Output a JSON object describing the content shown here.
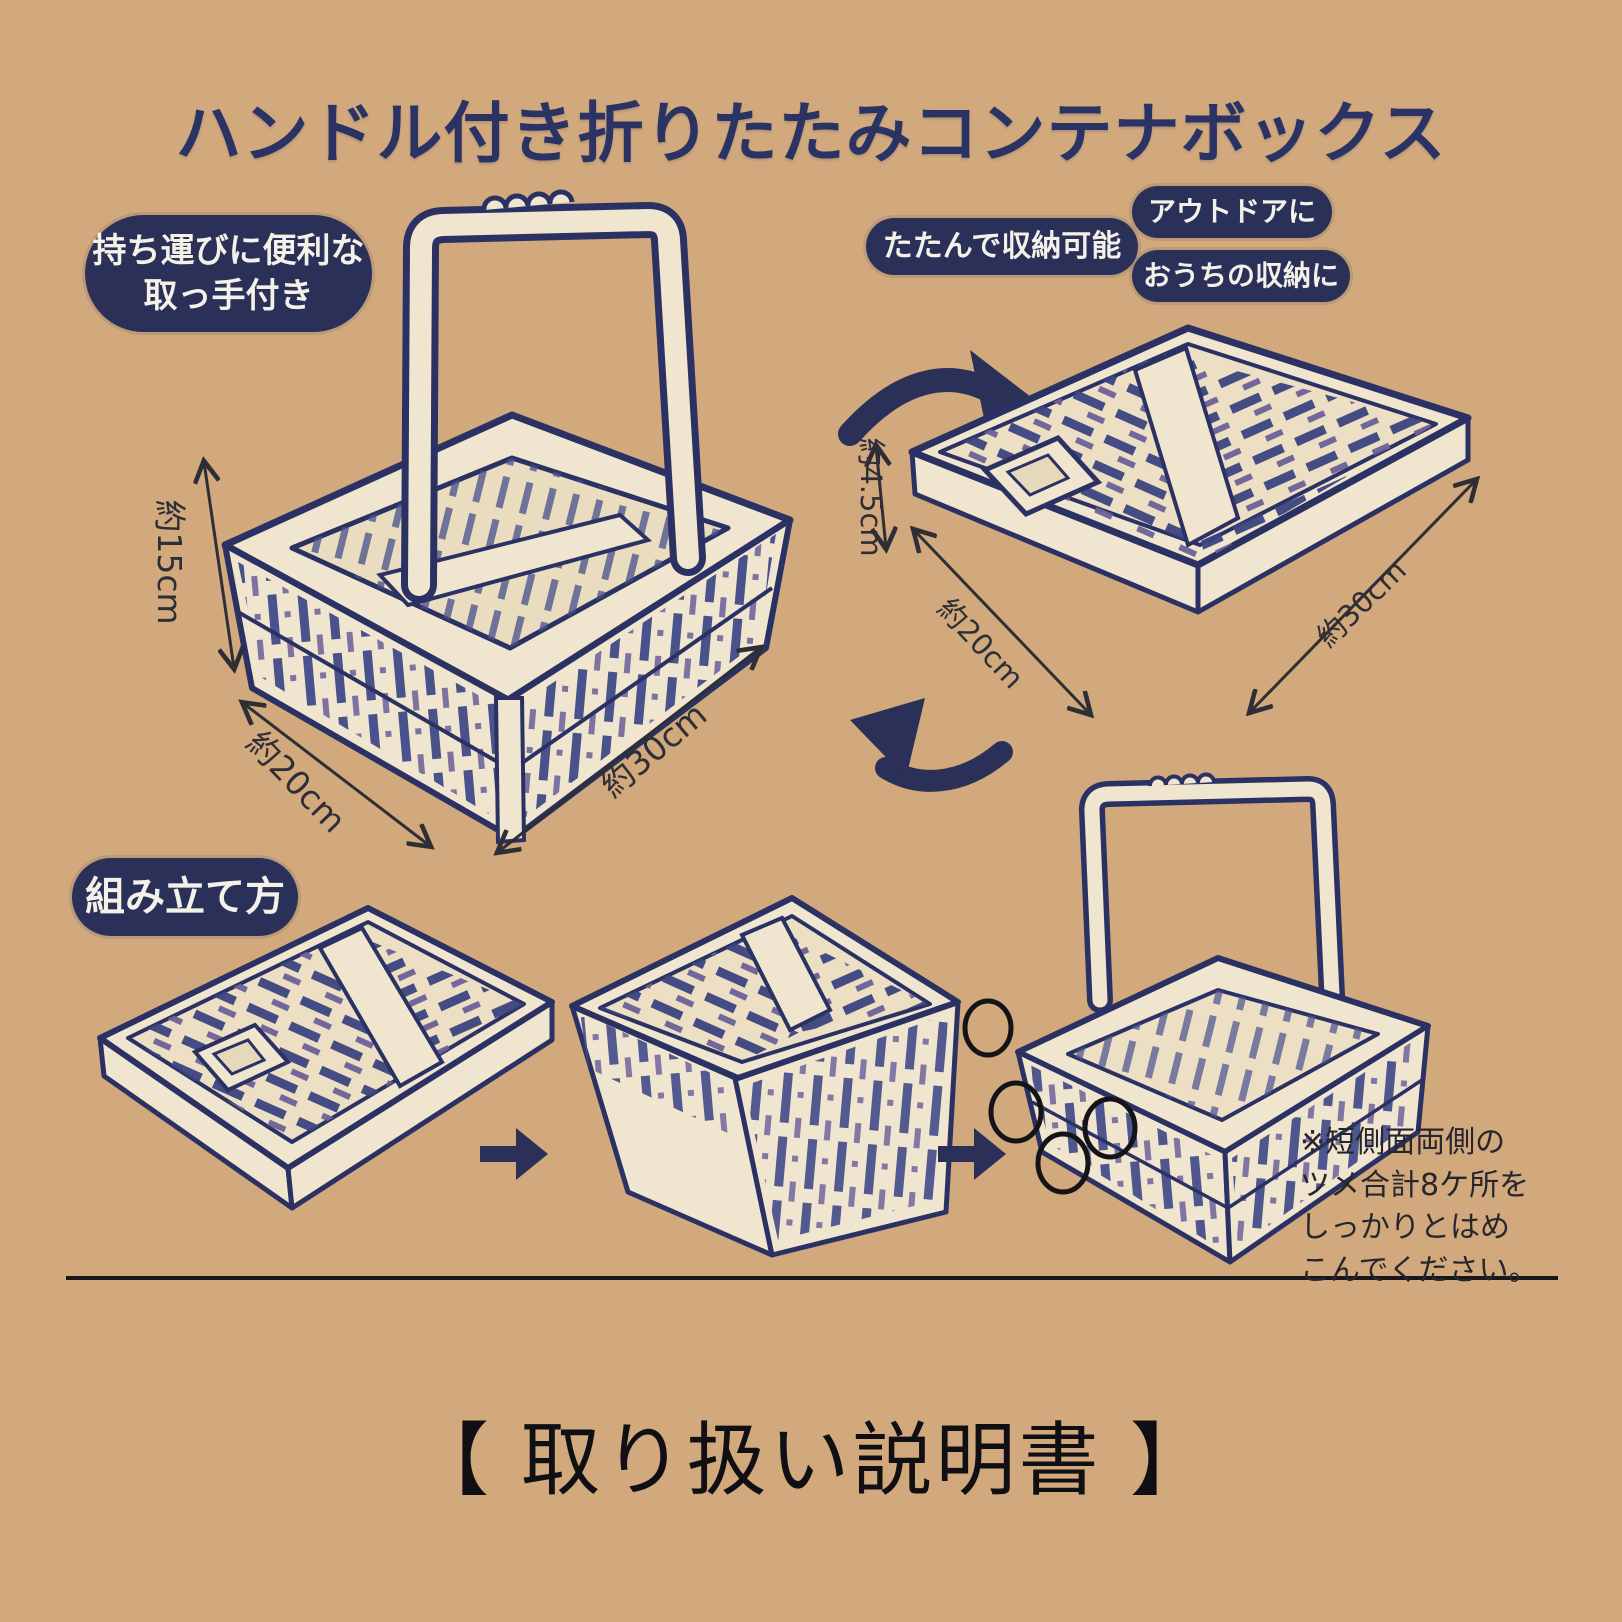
{
  "header": {
    "title": "ハンドル付き折りたたみコンテナボックス"
  },
  "callouts": {
    "handle": {
      "line1": "持ち運びに便利な",
      "line2": "取っ手付き"
    },
    "foldable": "たたんで収納可能",
    "outdoor": "アウトドアに",
    "home": "おうちの収納に"
  },
  "dimensions": {
    "open": {
      "height": "約15cm",
      "depth": "約20cm",
      "width": "約30cm"
    },
    "folded": {
      "height": "約4.5cm",
      "depth": "約20cm",
      "width": "約30cm"
    }
  },
  "assembly": {
    "section_label": "組み立て方",
    "note_lines": [
      "※短側面両側の",
      "ツメ合計8ケ所を",
      "しっかりとはめ",
      "こんでください。"
    ]
  },
  "footer": {
    "document_label": "【 取り扱い説明書 】"
  },
  "colors": {
    "background": "#d1a97c",
    "ink_navy": "#2b3263",
    "panel_cream": "#f0e6d0",
    "text_black": "#17171c"
  }
}
